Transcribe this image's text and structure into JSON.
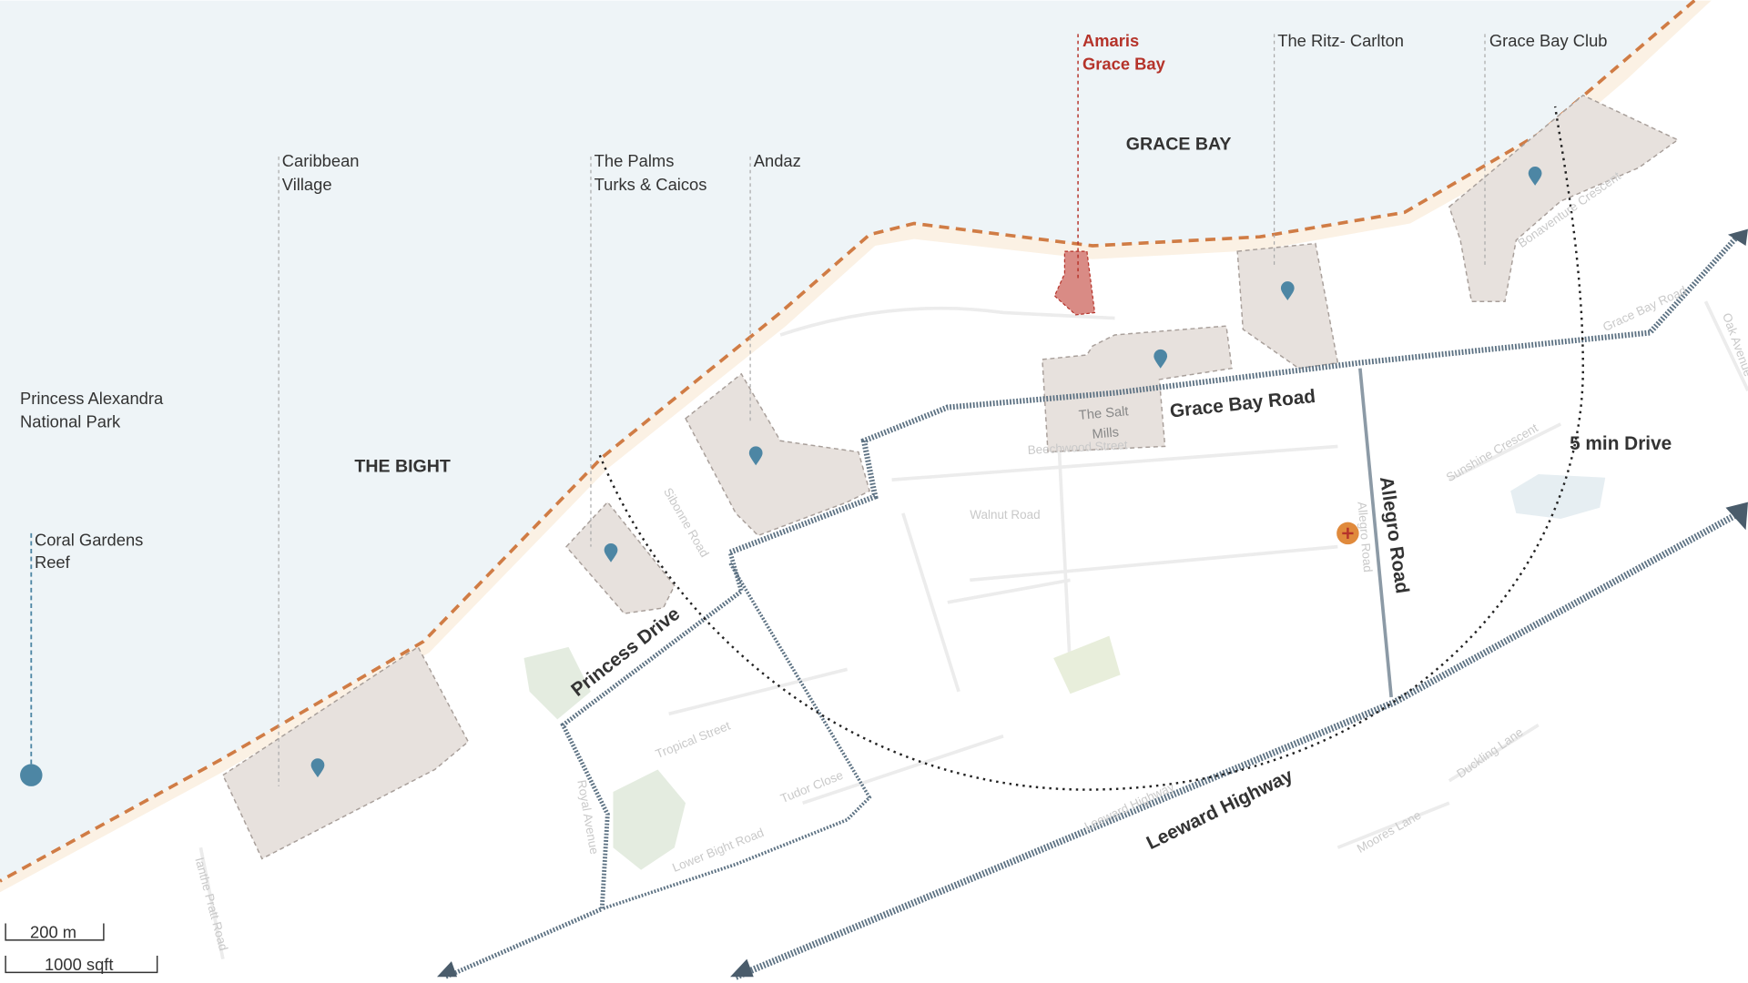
{
  "areas": {
    "grace_bay": "GRACE BAY",
    "the_bight": "THE BIGHT"
  },
  "landmarks": {
    "park": [
      "Princess Alexandra",
      "National Park"
    ],
    "reef": [
      "Coral Gardens",
      "Reef"
    ],
    "salt_mills": [
      "The Salt",
      "Mills"
    ]
  },
  "hotels": {
    "amaris": [
      "Amaris",
      "Grace Bay"
    ],
    "ritz": "The Ritz- Carlton",
    "grace_bay_club": "Grace Bay Club",
    "caribbean_village": [
      "Caribbean",
      "Village"
    ],
    "palms": [
      "The Palms",
      "Turks & Caicos"
    ],
    "andaz": "Andaz"
  },
  "roads": {
    "grace_bay_road": "Grace Bay Road",
    "allegro_road": "Allegro Road",
    "princess_drive": "Princess Drive",
    "leeward_highway": "Leeward Highway",
    "drive_radius": "5 min Drive"
  },
  "minor_streets": [
    "Walnut Road",
    "Beechwood Street",
    "Tropical Street",
    "Tudor Close",
    "Lower Bight Road",
    "Royal Avenue",
    "Sibonne Road",
    "Sunshine Crescent",
    "Bonaventure Crescent",
    "Duckling Lane",
    "Moores Lane",
    "Oak Avenue",
    "Ianthe Pratt Road",
    "Grace Bay Road",
    "Leeward Highway",
    "Allegro Road"
  ],
  "scale": {
    "distance": "200 m",
    "area": "1000 sqft"
  },
  "colors": {
    "water": "#eef4f7",
    "coast": "#d07c45",
    "highlight": "#b5332a",
    "pin": "#4d86a4",
    "road": "#5d7283"
  }
}
